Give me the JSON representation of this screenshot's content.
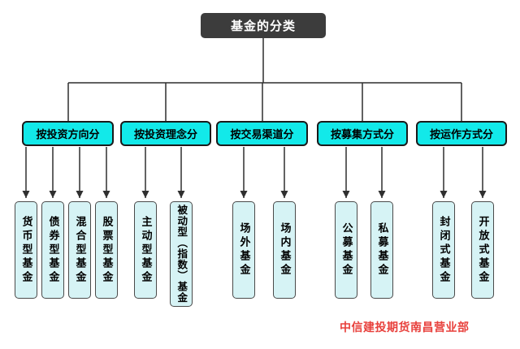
{
  "page": {
    "background": "#ffffff"
  },
  "colors": {
    "root-fill": "#3c3c3c",
    "root-text": "#ffffff",
    "category-fill": "#12e9e9",
    "category-border": "#1a1a1a",
    "leaf-fill": "#d6f3f5",
    "leaf-border": "#4a4a4a",
    "line": "#2f2f2f",
    "footer-text": "#e8403c"
  },
  "tree": {
    "root_label": "基金的分类",
    "categories": [
      {
        "label": "按投资方向分",
        "children": [
          "货币型基金",
          "债券型基金",
          "混合型基金",
          "股票型基金"
        ]
      },
      {
        "label": "按投资理念分",
        "children": [
          "主动型基金",
          "被动型（指数）基金"
        ]
      },
      {
        "label": "按交易渠道分",
        "children": [
          "场外基金",
          "场内基金"
        ]
      },
      {
        "label": "按募集方式分",
        "children": [
          "公募基金",
          "私募基金"
        ]
      },
      {
        "label": "按运作方式分",
        "children": [
          "封闭式基金",
          "开放式基金"
        ]
      }
    ]
  },
  "footer": {
    "text": "中信建投期货南昌营业部"
  }
}
